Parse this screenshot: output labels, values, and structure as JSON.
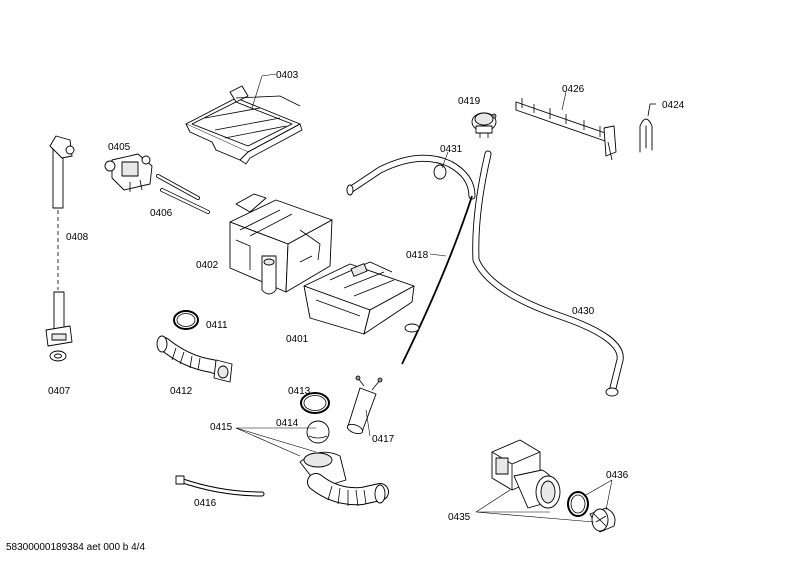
{
  "labels": {
    "p0403": "0403",
    "p0419": "0419",
    "p0426": "0426",
    "p0424": "0424",
    "p0405": "0405",
    "p0431": "0431",
    "p0406": "0406",
    "p0408": "0408",
    "p0402": "0402",
    "p0418": "0418",
    "p0430": "0430",
    "p0411": "0411",
    "p0401": "0401",
    "p0407": "0407",
    "p0412": "0412",
    "p0413": "0413",
    "p0414": "0414",
    "p0415": "0415",
    "p0417": "0417",
    "p0416": "0416",
    "p0436": "0436",
    "p0435": "0435"
  },
  "footer": "58300000189384 aet 000 b 4/4"
}
